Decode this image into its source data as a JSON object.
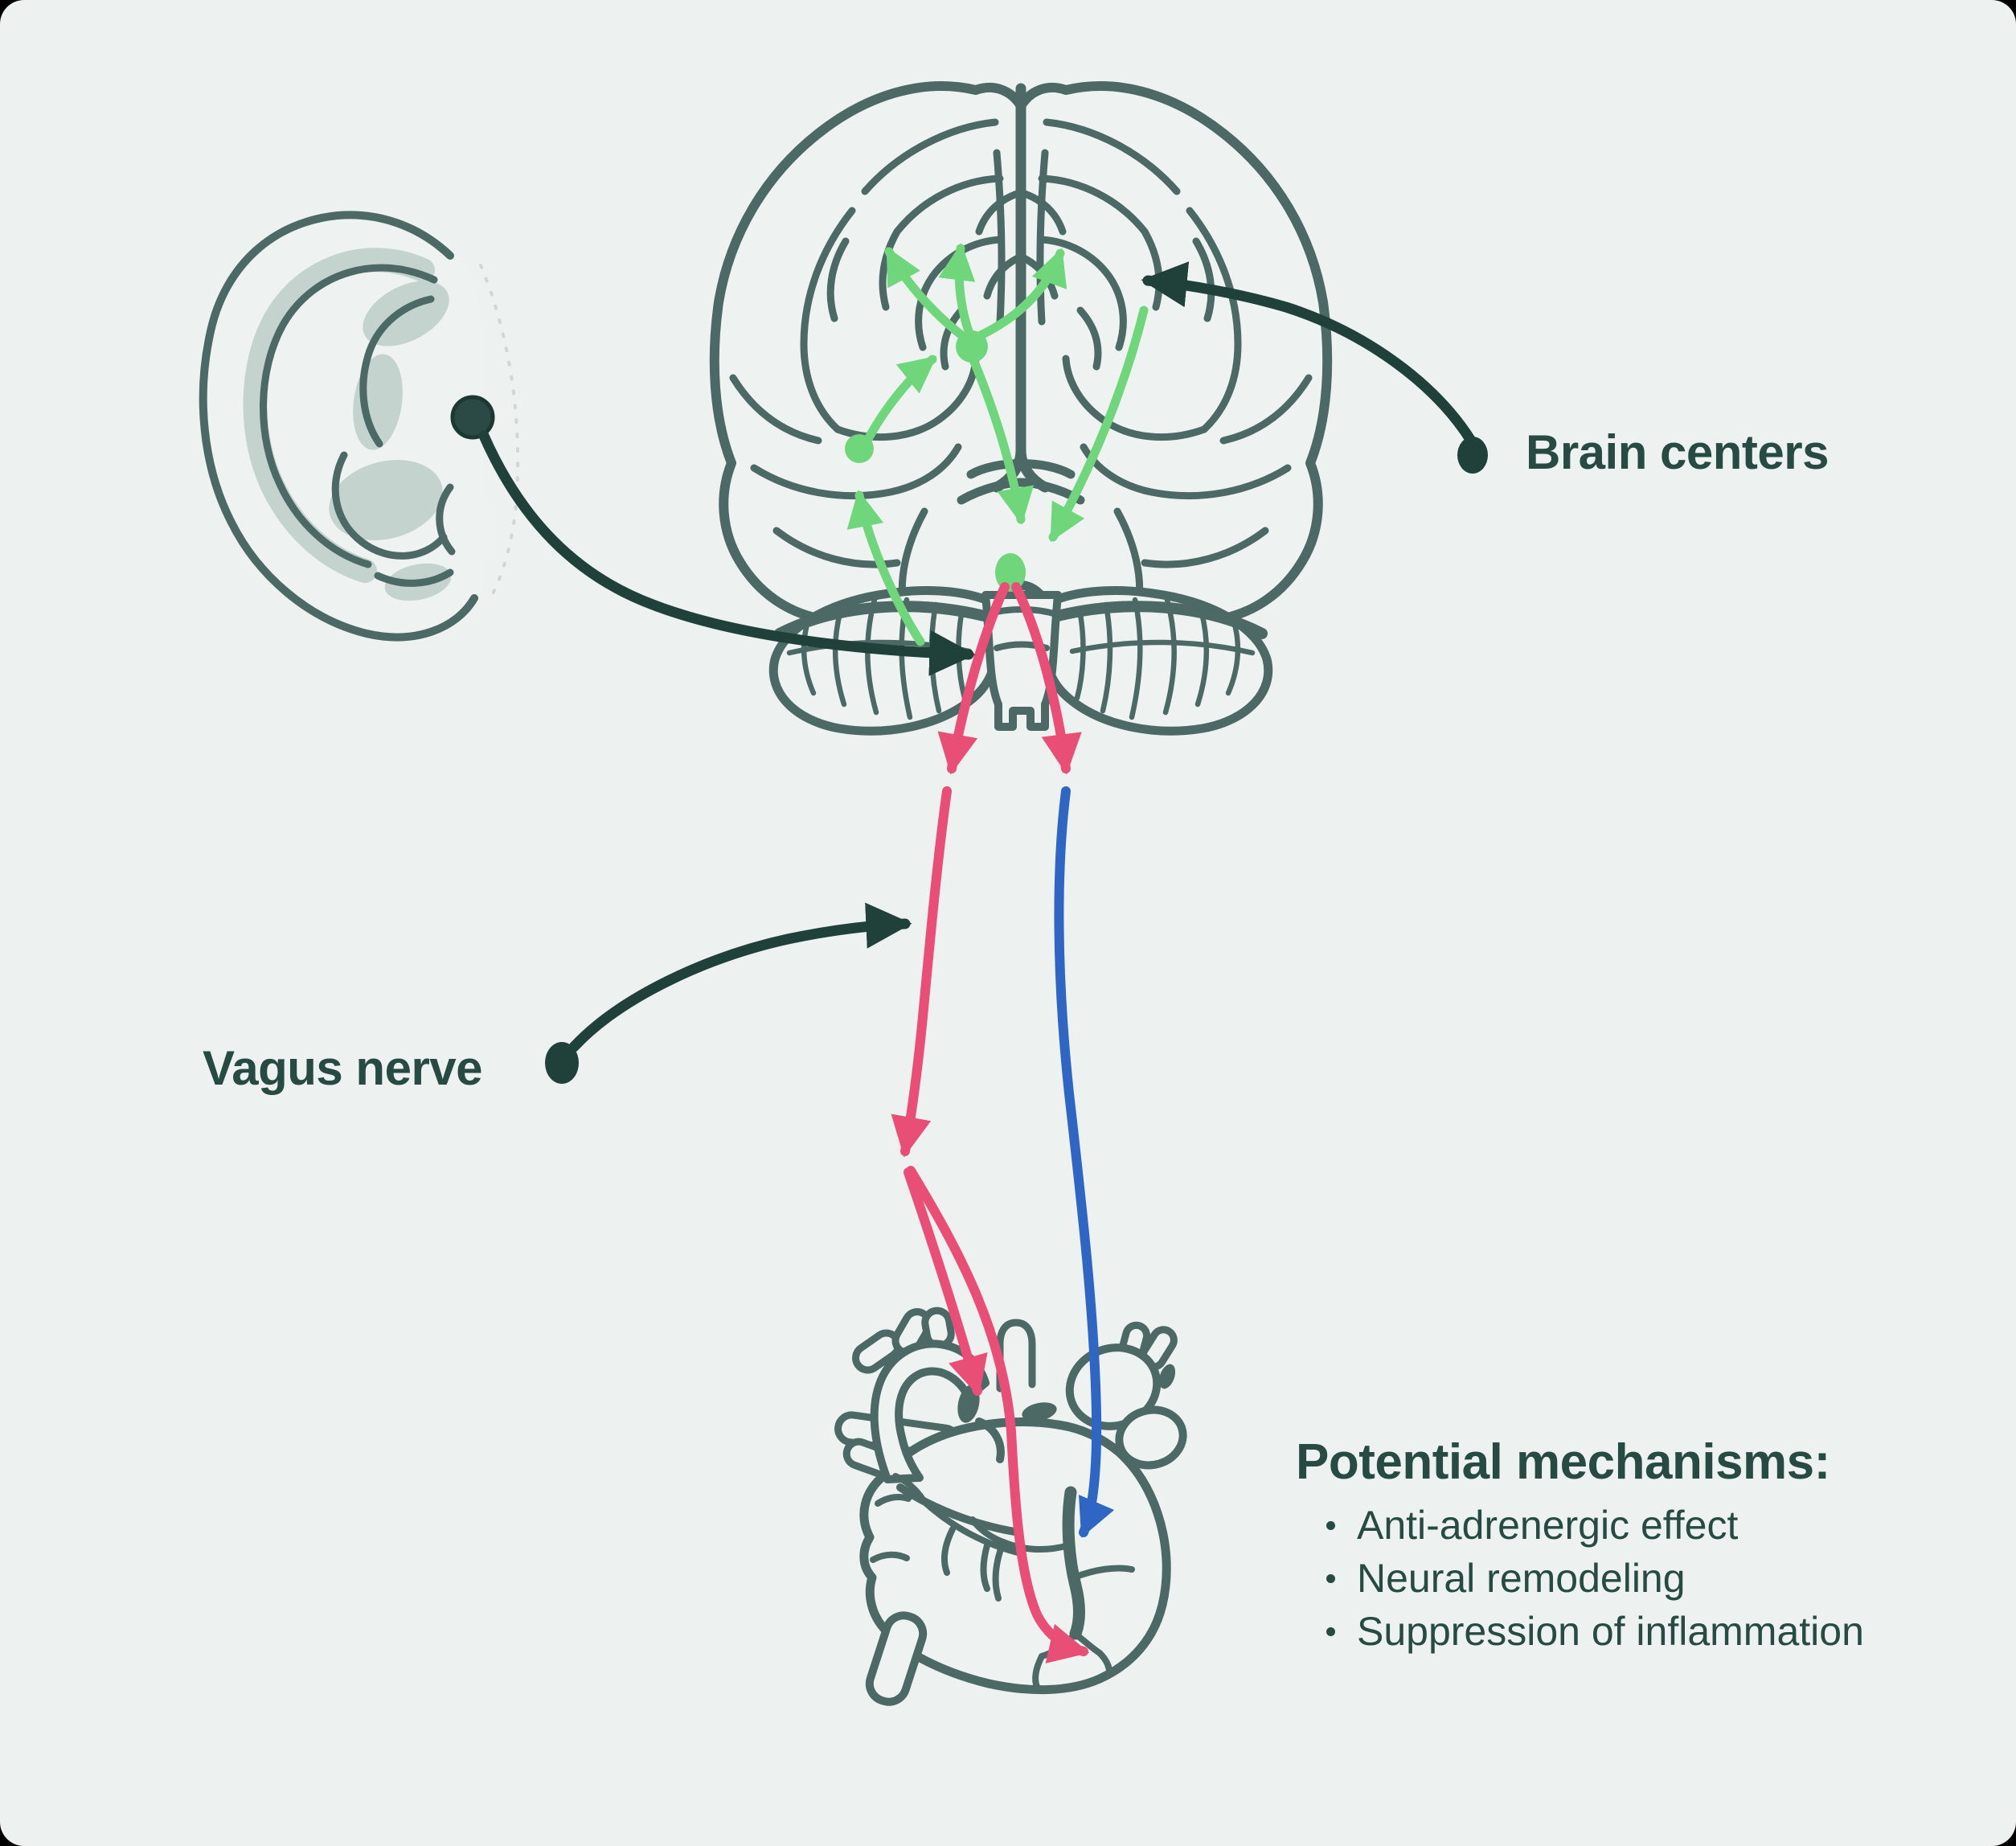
{
  "labels": {
    "brain_centers": "Brain centers",
    "vagus_nerve": "Vagus nerve"
  },
  "mechanisms": {
    "title": "Potential mechanisms:",
    "items": [
      "Anti-adrenergic effect",
      "Neural remodeling",
      "Suppression of inflammation"
    ]
  },
  "illustrations": [
    "ear-illustration",
    "brain-illustration",
    "heart-illustration"
  ],
  "icons": [
    "ear-stimulation-point-dot",
    "brain-centers-dot",
    "vagus-nerve-dot"
  ],
  "colors": {
    "background": "#edf1f0",
    "ink": "#274a42",
    "annotation": "#20403a",
    "outline": "#4c6965",
    "organfill": "#eef3f2",
    "shading": "#c4d3ce",
    "green": "#6fd67b",
    "pink": "#e94f76",
    "blue": "#2f66c4"
  }
}
